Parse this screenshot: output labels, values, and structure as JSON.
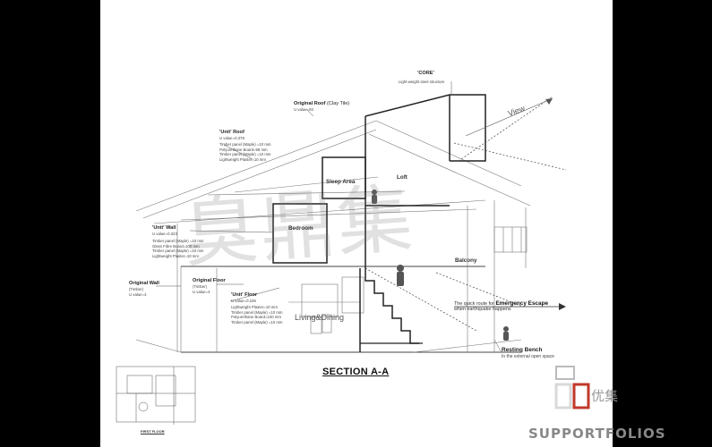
{
  "section_title": "SECTION A-A",
  "core": {
    "title": "'CORE'",
    "subtitle": "Light-weight steel structure"
  },
  "view_label": "View",
  "original_roof": {
    "title": "Original Roof",
    "material": "(Clay Tile)",
    "uvalue": "U value=93"
  },
  "unit_roof": {
    "title": "'Unit' Roof",
    "uvalue": "U value=0.378",
    "layers": [
      "Timber panel (Maple) =10 mm",
      "Polyurethane Board=98 mm",
      "Timber panel (Maple) =10 mm",
      "Lightweight Plaster=10 mm"
    ]
  },
  "unit_wall": {
    "title": "'Unit'  Wall",
    "uvalue": "U value=0.323",
    "layers": [
      "Timber panel (Maple) =10 mm",
      "Glass Fibre Board=100 mm",
      "Timber panel (Maple) =10 mm",
      "Lightweight Plaster=10 mm"
    ]
  },
  "original_wall": {
    "title": "Original Wall",
    "material": "(Timber)",
    "uvalue": "U value=4"
  },
  "original_floor": {
    "title": "Original Floor",
    "material": "(Timber)",
    "uvalue": "U value=4"
  },
  "unit_floor": {
    "title": "'Unit' Floor",
    "uvalue": "U value=0.236",
    "layers": [
      "Lightweight Plaster=10 mm",
      "Timber panel (Maple) =10 mm",
      "Polyurethane Board=100 mm",
      "Timber panel (Maple) =10 mm"
    ]
  },
  "rooms": {
    "sleep": "Sleep Area",
    "loft": "Loft",
    "bedroom": "Bedroom",
    "balcony": "Balcony",
    "living": "Living&Dining"
  },
  "escape": {
    "prefix": "The quick route for",
    "emphasis": "Emergency Escape",
    "suffix": "when earthquake happens"
  },
  "bench": {
    "title": "Resting Bench",
    "subtitle": "In the external open space"
  },
  "plan_caption": "FIRST FLOOR",
  "watermark": {
    "cn_big": "臭鼎集",
    "cn_brand": "优集",
    "en_brand": "SUPPORTFOLIOS"
  },
  "colors": {
    "background": "#000000",
    "sheet": "#ffffff",
    "line": "#333333",
    "accent": "#111111"
  }
}
